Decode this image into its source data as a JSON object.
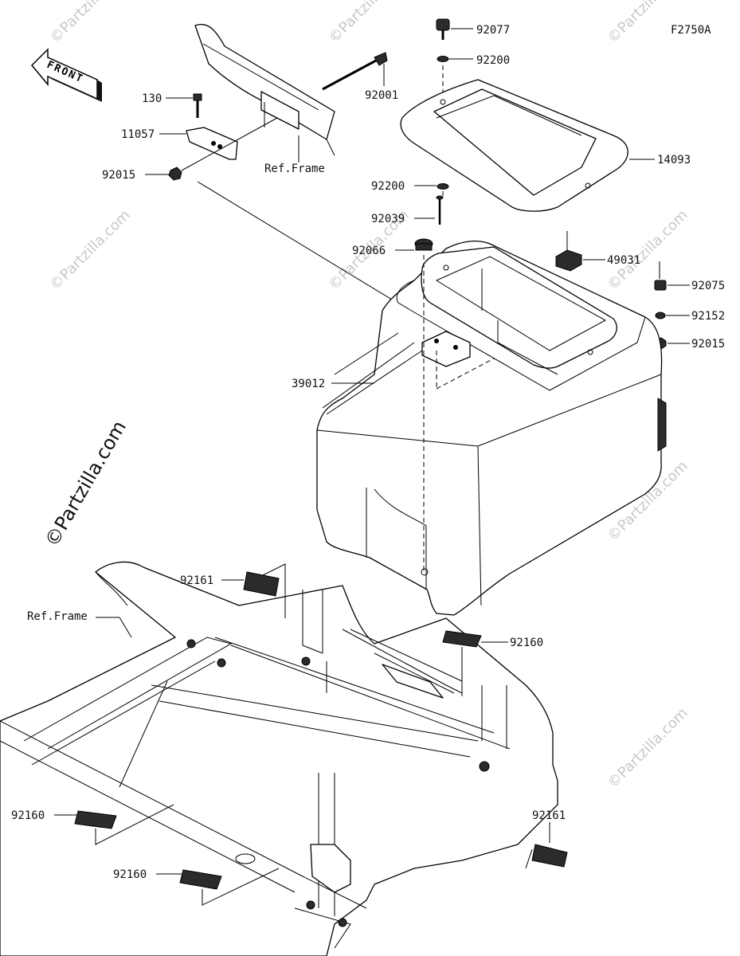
{
  "diagram_code": "F2750A",
  "front_label": "FRONT",
  "watermark": "©Partzilla.com",
  "parts": {
    "p92077": "92077",
    "p92200a": "92200",
    "p92001": "92001",
    "p130": "130",
    "p11057": "11057",
    "p92015a": "92015",
    "ref_frame_top": "Ref.Frame",
    "p14093": "14093",
    "p92200b": "92200",
    "p92039": "92039",
    "p92066": "92066",
    "p49031": "49031",
    "p92075": "92075",
    "p92152": "92152",
    "p92015b": "92015",
    "p39012": "39012",
    "p92161a": "92161",
    "ref_frame_left": "Ref.Frame",
    "p92160a": "92160",
    "p92160b": "92160",
    "p92161b": "92161",
    "p92160c": "92160"
  }
}
